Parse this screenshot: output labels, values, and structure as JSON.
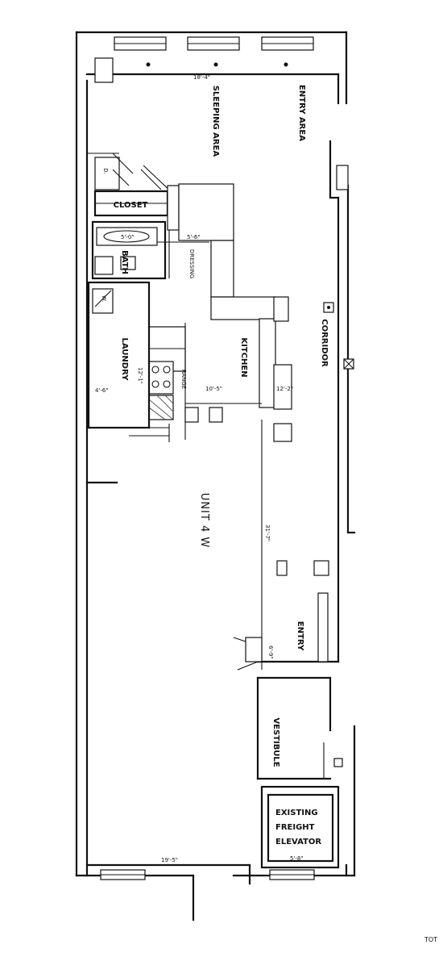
{
  "rooms": {
    "unit": "UNIT 4 W",
    "sleeping": "SLEEPING AREA",
    "entry_top": "ENTRY AREA",
    "closet": "CLOSET",
    "bath": "BATH",
    "dressing": "DRESSING",
    "laundry": "LAUNDRY",
    "kitchen": "KITCHEN",
    "range": "RANGE",
    "corridor": "CORRIDOR",
    "entry": "ENTRY",
    "vestibule": "VESTIBULE",
    "elevator_1": "EXISTING",
    "elevator_2": "FREIGHT",
    "elevator_3": "ELEVATOR",
    "dryer": "D.",
    "washer": "W."
  },
  "dimensions": {
    "top_width": "18'-4\"",
    "bath_width": "5'-6\"",
    "tub_len": "5'-0\"",
    "kitchen_len": "10'-5\"",
    "island_w": "12'-2\"",
    "laundry_w": "4'-6\"",
    "laundry_l": "12'-1\"",
    "open_len": "31'-7\"",
    "vestibule_w": "6'-9\"",
    "bottom_width": "19'-5\"",
    "elevator_w": "5'-8\""
  },
  "corner_text": "TOT"
}
